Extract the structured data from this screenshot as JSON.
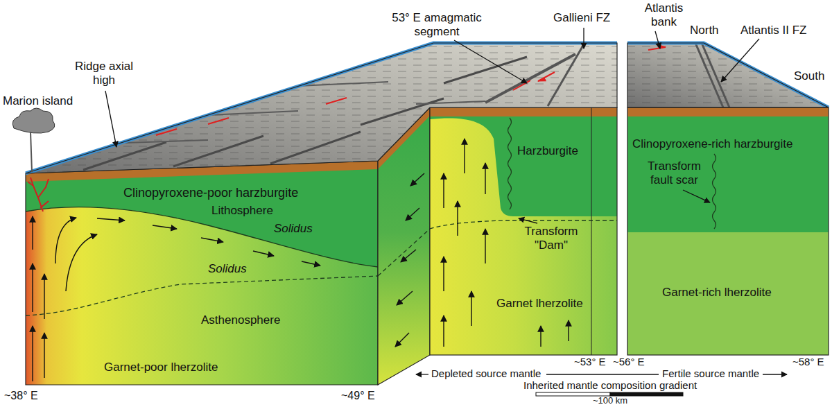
{
  "diagram": {
    "labels": [
      "Marion island",
      "Ridge axial high",
      "53° E amagmatic segment",
      "Gallieni FZ",
      "Atlantis bank",
      "North",
      "Atlantis II FZ",
      "South",
      "Clinopyroxene-poor harzburgite",
      "Harzburgite",
      "Clinopyroxene-rich harzburgite",
      "Lithosphere",
      "Transform fault scar",
      "Solidus",
      "Solidus",
      "Transform \"Dam\"",
      "Garnet lherzolite",
      "Garnet-rich lherzolite",
      "Asthenosphere",
      "~53° E",
      "~56° E",
      "~58° E",
      "Depleted source mantle",
      "Fertile source mantle",
      "Inherited mantle composition gradient",
      "Garnet-poor lherzolite",
      "~38° E",
      "~49° E",
      "~100 km"
    ]
  }
}
